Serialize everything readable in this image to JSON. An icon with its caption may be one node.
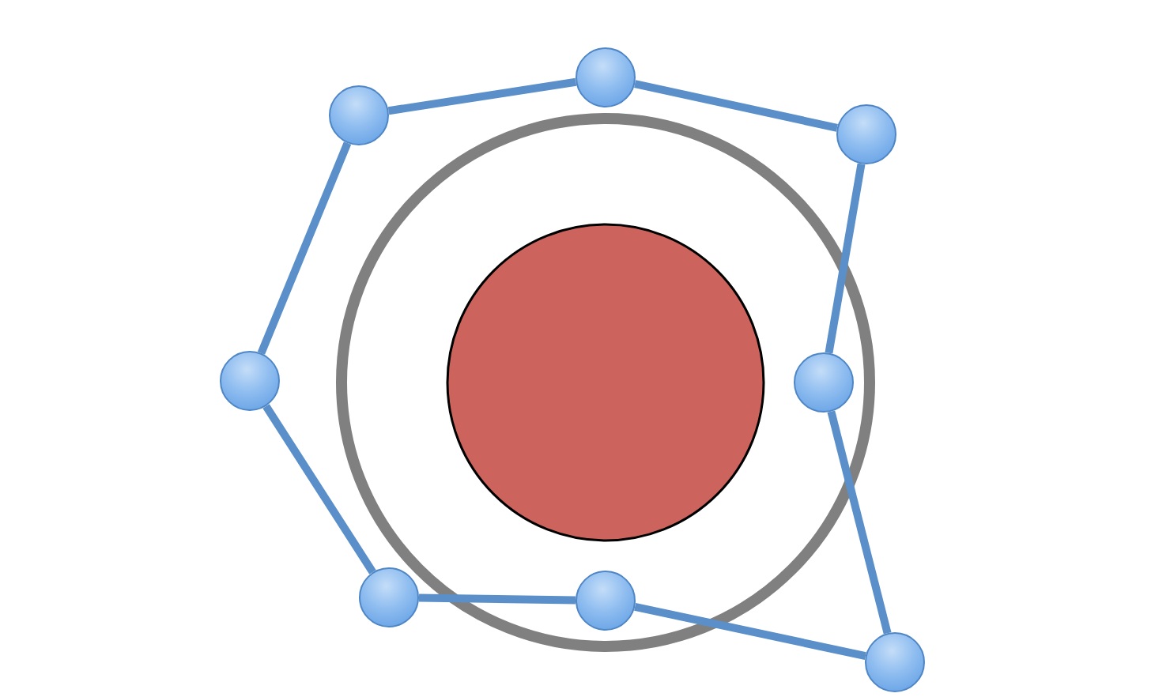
{
  "diagram": {
    "nodes": [
      {
        "text": [],
        "shape": "circle"
      },
      {
        "text": [],
        "shape": "circle"
      },
      {
        "text": [],
        "shape": "circle"
      },
      {
        "text": [],
        "shape": "circle"
      },
      {
        "text": [],
        "shape": "circle"
      },
      {
        "text": [],
        "shape": "circle"
      },
      {
        "text": [],
        "shape": "circle"
      },
      {
        "text": [],
        "shape": "circle"
      }
    ],
    "edges": [
      {
        "from": 1,
        "to": 0,
        "arrow": "none"
      },
      {
        "from": 0,
        "to": 2,
        "arrow": "none"
      },
      {
        "from": 2,
        "to": 4,
        "arrow": "none"
      },
      {
        "from": 4,
        "to": 7,
        "arrow": "none"
      },
      {
        "from": 7,
        "to": 6,
        "arrow": "none"
      },
      {
        "from": 6,
        "to": 5,
        "arrow": "none"
      },
      {
        "from": 5,
        "to": 3,
        "arrow": "none"
      },
      {
        "from": 3,
        "to": 1,
        "arrow": "none"
      }
    ]
  }
}
